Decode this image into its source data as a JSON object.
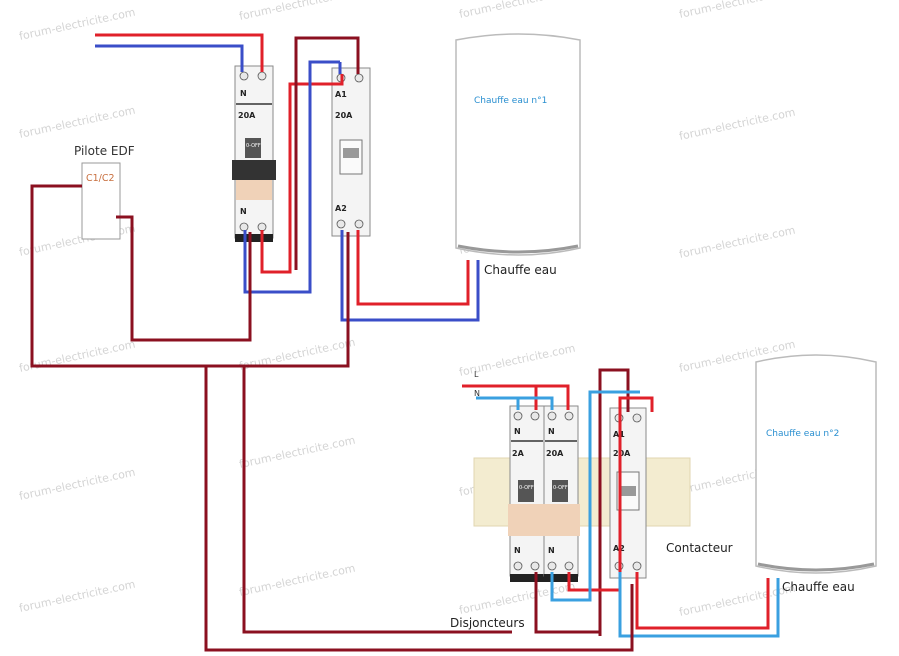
{
  "labels": {
    "pilote_title": "Pilote EDF",
    "pilote_contact": "C1/C2",
    "heater1_name": "Chauffe eau n°1",
    "heater1_caption": "Chauffe eau",
    "heater2_name": "Chauffe eau n°2",
    "heater2_caption": "Chauffe eau",
    "contacteur": "Contacteur",
    "disjoncteurs": "Disjoncteurs",
    "wire_L": "L",
    "wire_N": "N"
  },
  "breaker_top": {
    "neutral": "N",
    "rating": "20A",
    "bottom_neutral": "N"
  },
  "contactor_top": {
    "terminal_a1": "A1",
    "terminal_a2": "A2",
    "rating": "20A"
  },
  "breaker_2a": {
    "neutral": "N",
    "rating": "2A",
    "bottom_neutral": "N"
  },
  "breaker_20a": {
    "neutral": "N",
    "rating": "20A",
    "bottom_neutral": "N"
  },
  "contactor_bottom": {
    "terminal_a1": "A1",
    "terminal_a2": "A2",
    "rating": "20A"
  },
  "switch_text": "0-OFF",
  "watermark": "forum-electricite.com",
  "colors": {
    "phase": "#e0202a",
    "neutral": "#3a4ec8",
    "pilot": "#8b1020",
    "neutral_light": "#3aa0e0",
    "label_blue": "#2a8fd0",
    "label_orange": "#c87040"
  }
}
